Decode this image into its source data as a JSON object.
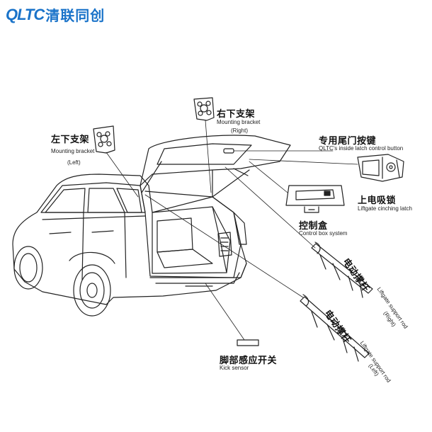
{
  "brand": {
    "latin": "QLTC",
    "chinese": "清联同创",
    "color": "#1a73c9"
  },
  "labels": {
    "left_bracket_zh": "左下支架",
    "left_bracket_en": "Mounting bracket",
    "left_bracket_side": "(Left)",
    "right_bracket_zh": "右下支架",
    "right_bracket_en": "Mounting bracket",
    "right_bracket_side": "(Right)",
    "latch_button_zh": "专用尾门按键",
    "latch_button_en": "QLTC's inside latch control button",
    "cinch_latch_zh": "上电吸锁",
    "cinch_latch_en": "Liftgate cinching latch",
    "control_box_zh": "控制盒",
    "control_box_en": "Control box system",
    "strut_right_zh": "电动撑杆",
    "strut_right_en": "Liftgate support rod",
    "strut_right_side": "(Right)",
    "strut_left_zh": "电动撑杆",
    "strut_left_en": "Liftgate support rod",
    "strut_left_side": "(Left)",
    "kick_sensor_zh": "脚部感应开关",
    "kick_sensor_en": "Kick sensor"
  }
}
